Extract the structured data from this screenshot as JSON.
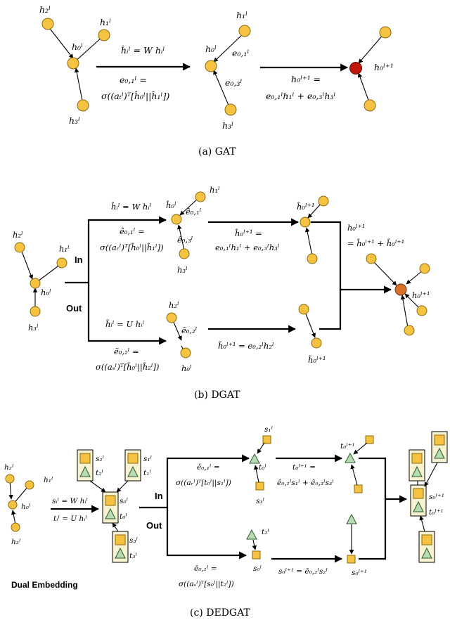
{
  "colors": {
    "node_fill": "#f5c242",
    "node_stroke": "#8a6a10",
    "gat_target": "#c0160c",
    "dgat_target": "#d8702a",
    "triangle_fill": "#b7dcb4",
    "box_fill": "#f7f2cf",
    "line": "#000000"
  },
  "panel_a": {
    "caption": "(a)  GAT",
    "h2": "h₂ˡ",
    "h1": "h₁ˡ",
    "h0": "h₀ˡ",
    "h3": "h₃ˡ",
    "eq_top": "ĥᵢˡ = W hᵢˡ",
    "eq_e01": "e₀,₁ˡ =",
    "eq_sigma": "σ((aₜˡ)ᵀ[ĥ₀ˡ||ĥ₁ˡ])",
    "mid_h1": "h₁ˡ",
    "mid_h0": "h₀ˡ",
    "mid_e01": "e₀,₁ˡ",
    "mid_e03": "e₀,₃ˡ",
    "mid_h3": "h₃ˡ",
    "eq_next": "h₀ˡ⁺¹ =",
    "eq_next2": "e₀,₁ˡh₁ˡ + e₀,₃ˡh₃ˡ",
    "target": "h₀ˡ⁺¹"
  },
  "panel_b": {
    "caption": "(b)  DGAT",
    "h2": "h₂ˡ",
    "h1": "h₁ˡ",
    "h0": "h₀ˡ",
    "h3": "h₃ˡ",
    "in_label": "In",
    "out_label": "Out",
    "in_eq1": "ĥᵢˡ = W hᵢˡ",
    "in_eq2": "ê₀,₁ˡ =",
    "in_eq3": "σ((aᵣˡ)ᵀ[ĥ₀ˡ||ĥ₁ˡ])",
    "out_eq1": "h̃ᵢˡ = U hᵢˡ",
    "out_eq2": "ẽ₀,₂ˡ =",
    "out_eq3": "σ((aₛˡ)ᵀ[h̃₀ˡ||h̃₂ˡ])",
    "in_h1": "h₁ˡ",
    "in_h0": "ĥ₀ˡ",
    "in_e01": "ê₀,₁ˡ",
    "in_e03": "ê₀,₃ˡ",
    "in_h3": "h₃ˡ",
    "in_agg1": "ĥ₀ˡ⁺¹ =",
    "in_agg2": "e₀,₁ˡh₁ˡ + e₀,₃ˡh₃ˡ",
    "in_res": "ĥ₀ˡ⁺¹",
    "out_h2": "h₂ˡ",
    "out_e02": "ẽ₀,₂ˡ",
    "out_h0": "h₀ˡ",
    "out_agg": "h̃₀ˡ⁺¹ = e₀,₂ˡh₂ˡ",
    "out_res": "h̃₀ˡ⁺¹",
    "sum1": "h₀ˡ⁺¹",
    "sum2": "= ĥ₀ˡ⁺¹ + h̃₀ˡ⁺¹",
    "target": "h₀ˡ⁺¹"
  },
  "panel_c": {
    "caption": "(c)  DEDGAT",
    "sub_caption": "Dual Embedding",
    "h2": "h₂ˡ",
    "h1": "h₁ˡ",
    "h0": "h₀ˡ",
    "h3": "h₃ˡ",
    "emb_s": "sᵢˡ = W hᵢˡ",
    "emb_t": "tᵢˡ = U hᵢˡ",
    "box2_s": "s₂ˡ",
    "box2_t": "t₂ˡ",
    "box1_s": "s₁ˡ",
    "box1_t": "t₁ˡ",
    "box0_s": "s₀ˡ",
    "box0_t": "t₀ˡ",
    "box3_s": "s₃ˡ",
    "box3_t": "t₃ˡ",
    "in_label": "In",
    "out_label": "Out",
    "in_eq1": "ê₀,₁ˡ =",
    "in_eq2": "σ((aᵣˡ)ᵀ[t₀ˡ||s₁ˡ])",
    "out_eq1": "ē₀,₁ˡ =",
    "out_eq2": "σ((aₛˡ)ᵀ[s₀ˡ||t₂ˡ])",
    "in_s1": "s₁ˡ",
    "in_t0": "t₀ˡ",
    "in_s3": "s₃ˡ",
    "in_agg1": "t₀ˡ⁺¹ =",
    "in_agg2": "ê₀,₁ˡs₁ˡ + ê₀,₃ˡs₃ˡ",
    "in_res": "t₀ˡ⁺¹",
    "out_t2": "t₂ˡ",
    "out_s0": "s₀ˡ",
    "out_agg": "s₀ˡ⁺¹ = ē₀,₂ˡs₂ˡ",
    "out_res": "s₀ˡ⁺¹",
    "final_s": "s₀ˡ⁺¹",
    "final_t": "t₀ˡ⁺¹"
  }
}
